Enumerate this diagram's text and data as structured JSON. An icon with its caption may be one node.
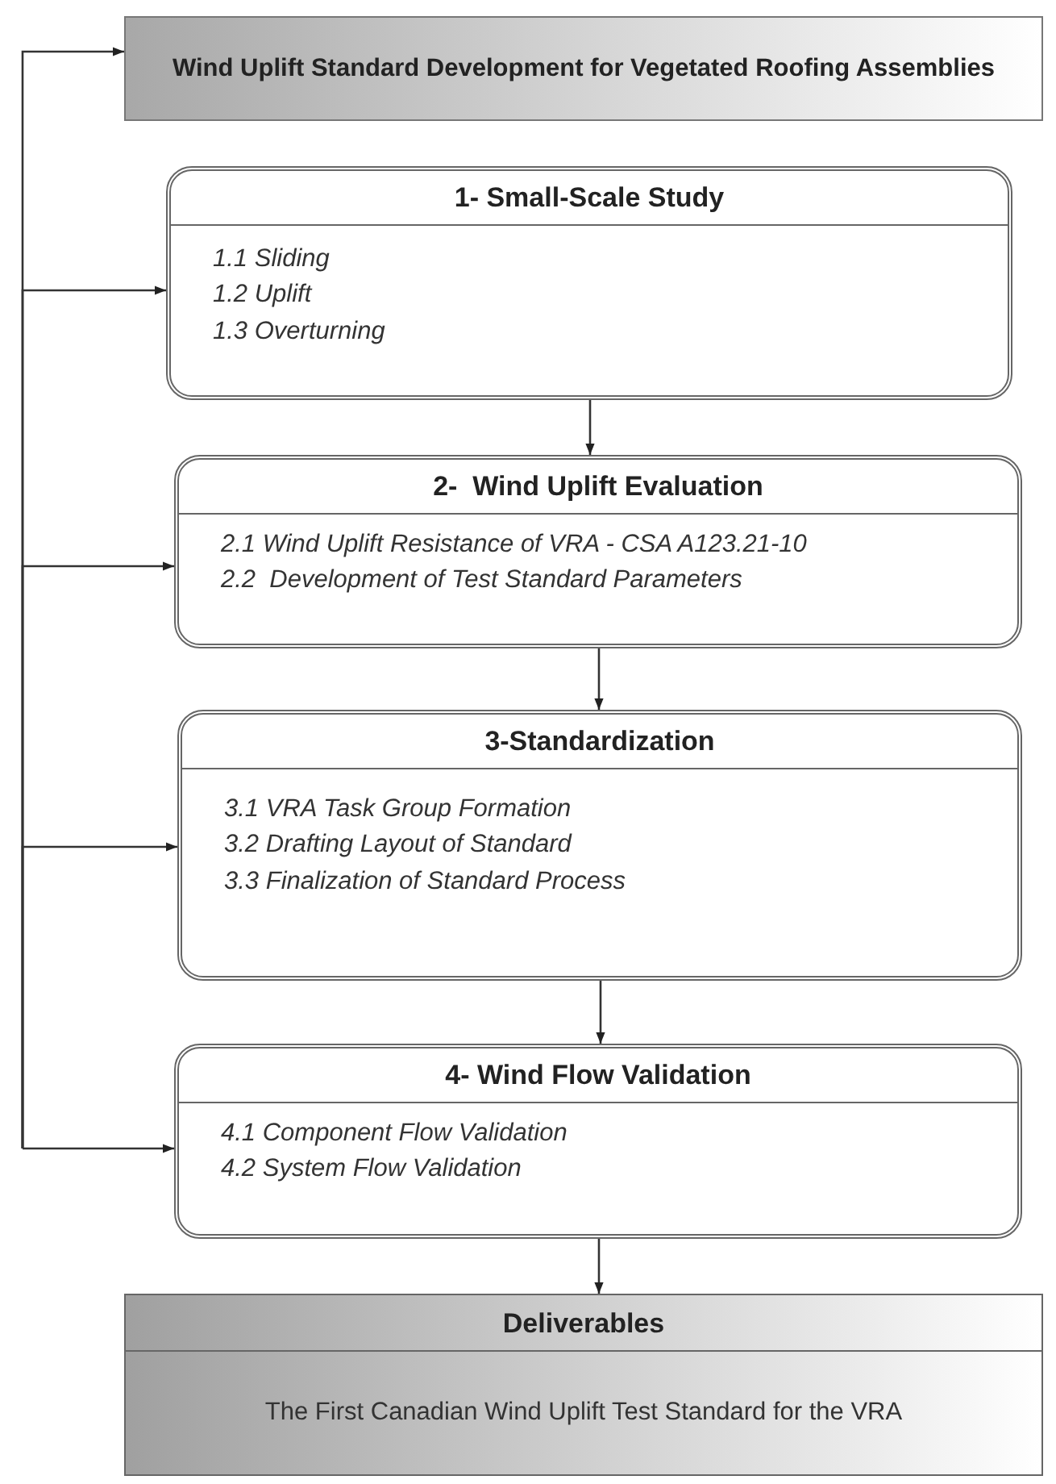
{
  "diagram": {
    "nodes": [
      {
        "text": [
          "Wind Uplift Standard Development for Vegetated Roofing Assemblies"
        ]
      },
      {
        "text": [
          "1- Small-Scale Study",
          "1.1 Sliding",
          "1.2 Uplift",
          "1.3 Overturning"
        ]
      },
      {
        "text": [
          "2-  Wind Uplift Evaluation",
          "2.1 Wind Uplift Resistance of VRA - CSA A123.21-10",
          "2.2  Development of Test Standard Parameters"
        ]
      },
      {
        "text": [
          "3-Standardization",
          "3.1 VRA Task Group Formation",
          "3.2 Drafting Layout of Standard",
          "3.3 Finalization of Standard Process"
        ]
      },
      {
        "text": [
          "4- Wind Flow Validation",
          "4.1 Component Flow Validation",
          "4.2 System Flow Validation"
        ]
      },
      {
        "text": [
          "Deliverables",
          "The First Canadian Wind Uplift Test Standard for the VRA"
        ]
      }
    ],
    "edges": [
      {
        "from": 1,
        "to": 2,
        "arrow": "to"
      },
      {
        "from": 2,
        "to": 3,
        "arrow": "to"
      },
      {
        "from": 3,
        "to": 4,
        "arrow": "to"
      },
      {
        "from": 4,
        "to": 5,
        "arrow": "to"
      },
      {
        "from": null,
        "to": 0,
        "arrow": "to"
      },
      {
        "from": null,
        "to": 1,
        "arrow": "to"
      },
      {
        "from": null,
        "to": 2,
        "arrow": "to"
      },
      {
        "from": null,
        "to": 3,
        "arrow": "to"
      },
      {
        "from": null,
        "to": 4,
        "arrow": "to"
      }
    ]
  }
}
